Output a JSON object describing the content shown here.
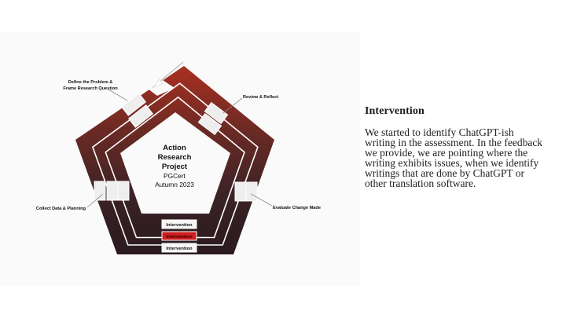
{
  "diagram": {
    "callouts": {
      "define_line1": "Define the Problem &",
      "define_line2": "Frame Research Question",
      "review": "Review & Reflect",
      "collect": "Collect Data & Planning",
      "evaluate": "Evaluate Change Made"
    },
    "center": {
      "title_line1": "Action",
      "title_line2": "Research",
      "title_line3": "Project",
      "subtitle_line1": "PGCert",
      "subtitle_line2": "Autumn 2023"
    },
    "intervention_labels": [
      "Intervention",
      "Intervention",
      "Intervention"
    ],
    "colors": {
      "band_dark": "#2a1a1a",
      "band_red": "#9a2a1e",
      "highlight_red": "#cc1f1f",
      "line_white": "#ffffff"
    }
  },
  "text_panel": {
    "heading": "Intervention",
    "body": "We started to identify ChatGPT-ish writing in the assessment. In the feedback we provide, we are pointing where the writing exhibits issues, when we identify writings that are done by ChatGPT or other translation software."
  }
}
